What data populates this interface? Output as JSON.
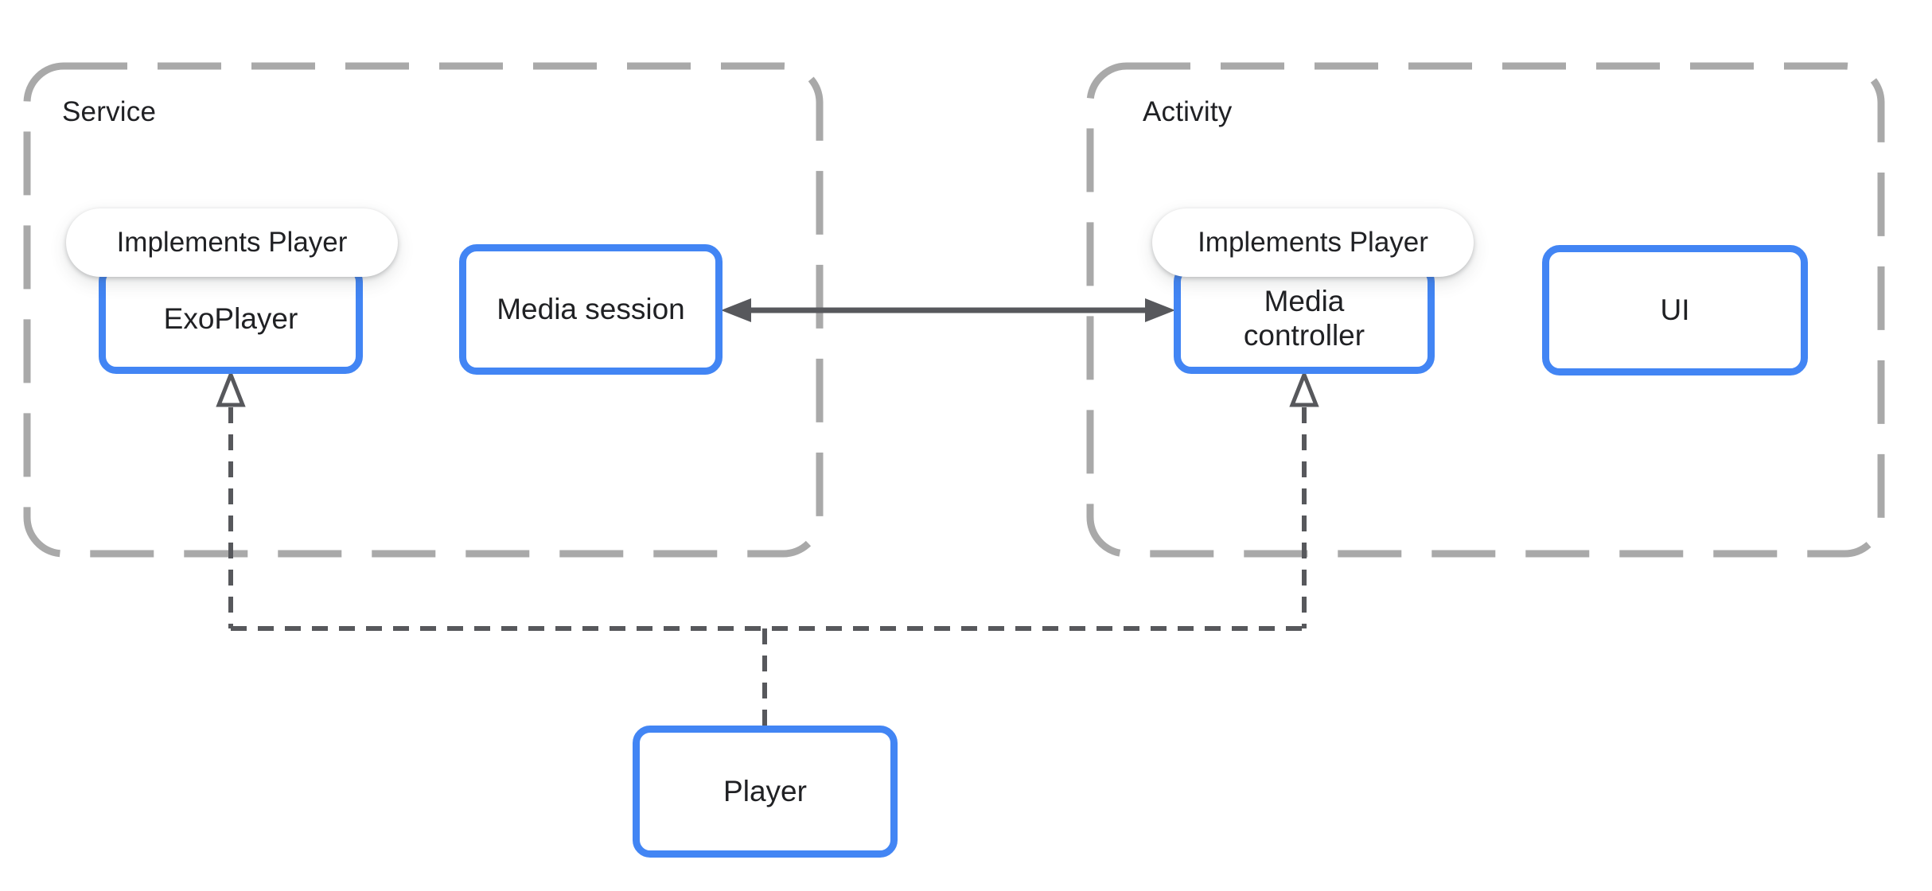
{
  "service": {
    "label": "Service",
    "badge": "Implements Player",
    "exoplayer_label": "ExoPlayer",
    "media_session_label": "Media session"
  },
  "activity": {
    "label": "Activity",
    "badge": "Implements Player",
    "media_controller_label": "Media controller",
    "ui_label": "UI"
  },
  "player_label": "Player",
  "icons": {
    "session_controller_link": "double-headed-arrow",
    "implements_arrowheads": "hollow-up-triangle"
  },
  "colors": {
    "box_border": "#4285f4",
    "container_border": "#a9a9a9",
    "connector": "#57585c",
    "text": "#202124",
    "background": "#ffffff"
  }
}
